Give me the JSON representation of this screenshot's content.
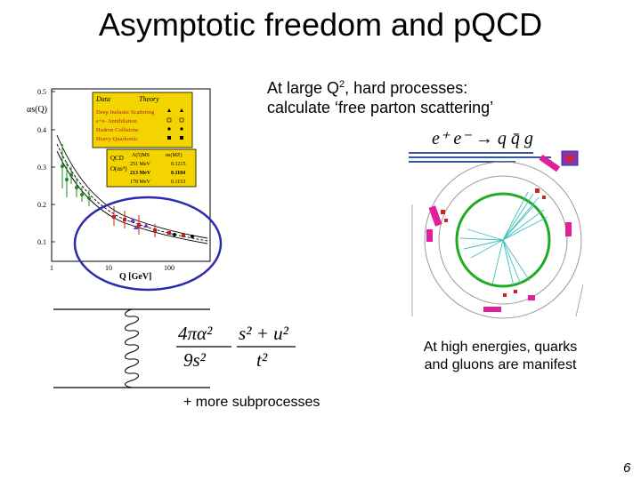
{
  "slide": {
    "title": "Asymptotic freedom and p​QCD",
    "intro_line1": "At large Q",
    "intro_sup": "2",
    "intro_line1_end": ", hard processes:",
    "intro_line2": "calculate ‘free parton scattering’",
    "caption_line1": "At high energies, quarks",
    "caption_line2": "and gluons are manifest",
    "more": "+ more subprocesses",
    "page_number": "6"
  },
  "alpha_plot": {
    "ylabel": "αs(Q)",
    "xlabel": "Q [GeV]",
    "y_ticks": [
      "0.5",
      "0.4",
      "0.3",
      "0.2",
      "0.1"
    ],
    "x_ticks": [
      "1",
      "10",
      "100"
    ],
    "legend_left_header": "Data",
    "legend_right_header": "Theory",
    "legend_rows": [
      "Deep Inelastic Scattering",
      "e+e- Annihilation",
      "Hadron Collisions",
      "Heavy Quarkonia"
    ],
    "qcd_label": "QCD",
    "order_label": "O(αs⁴)",
    "lambda_header": "Λ(5)MS",
    "alpha_header": "αs(MZ)",
    "lambda_values": [
      "251 MeV",
      "213 MeV",
      "178 MeV"
    ],
    "alpha_values": [
      "0.1215",
      "0.1184",
      "0.1153"
    ]
  },
  "event_display": {
    "equation": "e⁺ e⁻ → q q̄ g"
  },
  "formula": {
    "num1": "4πα²",
    "den1": "9s²",
    "num2": "s² + u²",
    "den2": "t²"
  },
  "colors": {
    "highlight_ellipse": "#2a2ab0",
    "legend_box": "#f4d400",
    "track_color": "#3fbfbf",
    "calorimeter_magenta": "#e0209a",
    "calorimeter_green": "#22aa22"
  }
}
